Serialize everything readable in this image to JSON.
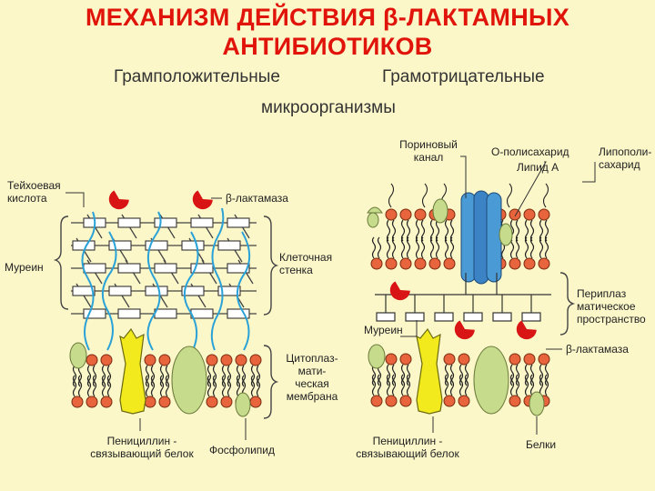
{
  "title": {
    "line1": "МЕХАНИЗМ ДЕЙСТВИЯ β-ЛАКТАМНЫХ",
    "line2": "АНТИБИОТИКОВ"
  },
  "subtitle": {
    "gram_positive": "Грамположительные",
    "gram_negative": "Грамотрицательные",
    "microorganisms": "микроорганизмы"
  },
  "labels": {
    "teichoic_acid": "Тейхоевая кислота",
    "beta_lactamase_top": "β-лактамаза",
    "murein_left": "Муреин",
    "cell_wall": "Клеточная стенка",
    "cytoplasmic_membrane": "Цитоплаз-мати-ческая мембрана",
    "pbp_left": "Пенициллин - связывающий белок",
    "phospholipid": "Фосфолипид",
    "porin_channel": "Пориновый канал",
    "o_polysaccharide": "О-полисахарид",
    "lipid_a": "Липид А",
    "lipopolysaccharide": "Липополи-сахарид",
    "periplasmic_space": "Периплаз матическое пространство",
    "murein_right": "Муреин",
    "beta_lactamase_right": "β-лактамаза",
    "proteins": "Белки",
    "pbp_right": "Пенициллин - связывающий белок"
  },
  "colors": {
    "background": "#fbf7c9",
    "title": "#e0140a",
    "lipid_head": "#e8643c",
    "protein_green": "#c6dc8c",
    "pbp_yellow": "#f2ea1c",
    "porin_blue": "#4a9ad6",
    "beta_lactamase": "#d81414",
    "teichoic_blue": "#2aa2d8"
  }
}
